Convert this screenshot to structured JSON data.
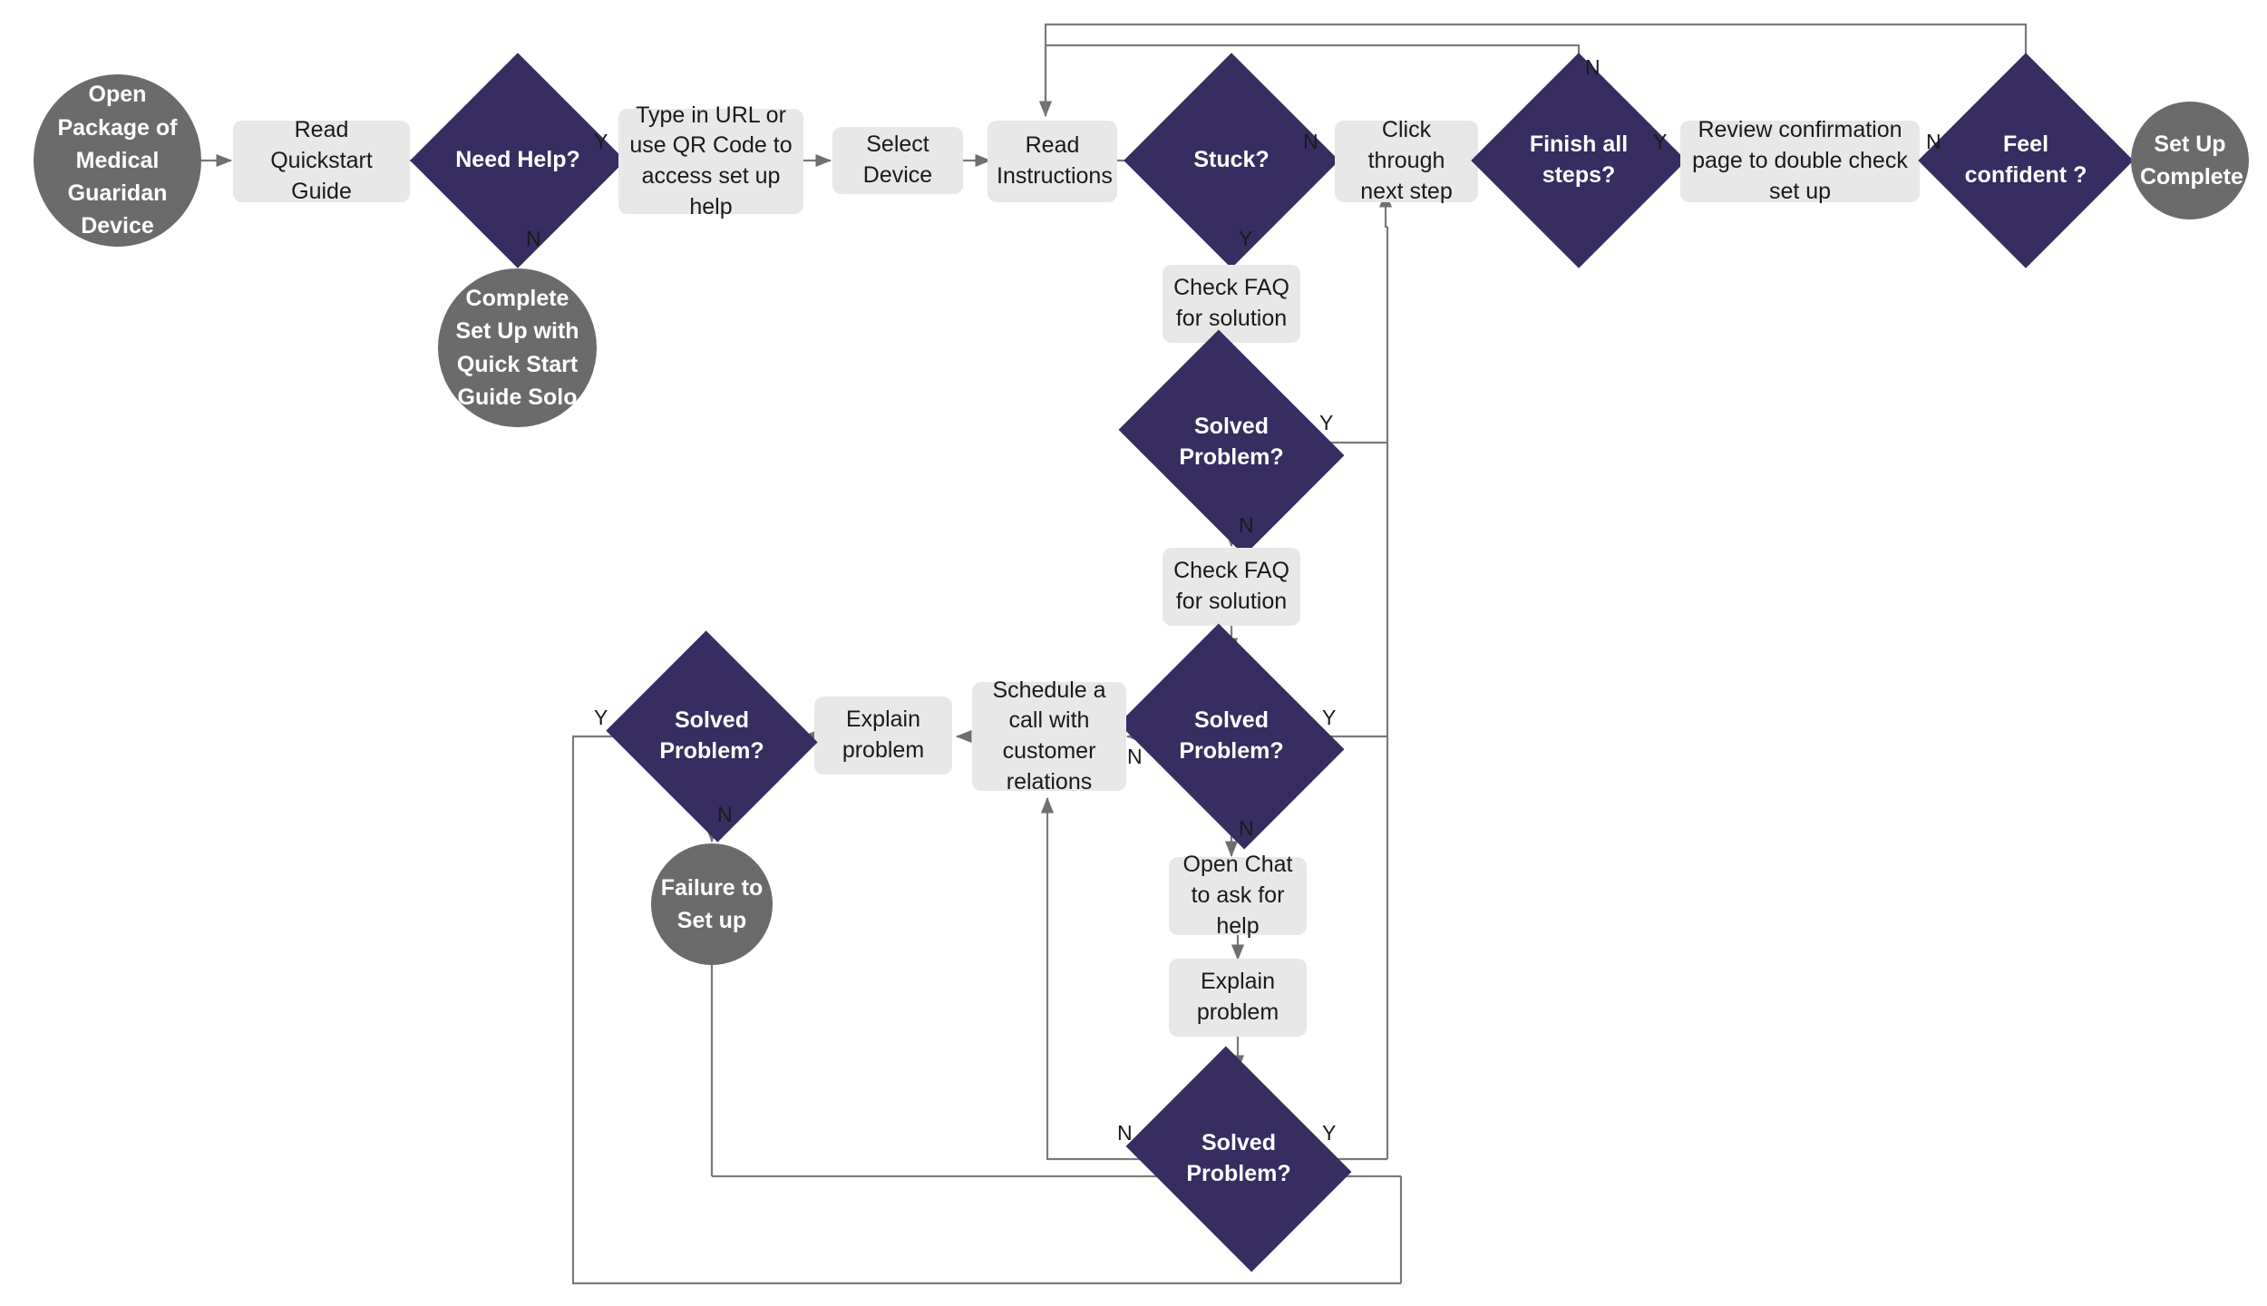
{
  "diagram": {
    "title": "Medical Guardian Device Set Up Flowchart",
    "colors": {
      "process_fill": "#e8e8e8",
      "decision_fill": "#372d60",
      "terminator_fill": "#6b6b6b",
      "connector": "#7a7a7a",
      "text_dark": "#1a1a1a",
      "text_light": "#ffffff",
      "background": "#ffffff"
    },
    "nodes": [
      {
        "id": "open_package",
        "shape": "terminator",
        "label": "Open Package of Medical Guaridan Device"
      },
      {
        "id": "read_quickstart",
        "shape": "process",
        "label": "Read Quickstart Guide"
      },
      {
        "id": "need_help",
        "shape": "decision",
        "label": "Need Help?"
      },
      {
        "id": "complete_solo",
        "shape": "terminator",
        "label": "Complete Set Up with Quick Start Guide Solo"
      },
      {
        "id": "type_url",
        "shape": "process",
        "label": "Type in URL or use QR Code to access set up help"
      },
      {
        "id": "select_device",
        "shape": "process",
        "label": "Select Device"
      },
      {
        "id": "read_instr",
        "shape": "process",
        "label": "Read Instructions"
      },
      {
        "id": "stuck",
        "shape": "decision",
        "label": "Stuck?"
      },
      {
        "id": "click_next",
        "shape": "process",
        "label": "Click through next step"
      },
      {
        "id": "finish_all",
        "shape": "decision",
        "label": "Finish all steps?"
      },
      {
        "id": "review_conf",
        "shape": "process",
        "label": "Review confirmation page to double check set up"
      },
      {
        "id": "feel_confident",
        "shape": "decision",
        "label": "Feel confident ?"
      },
      {
        "id": "setup_complete",
        "shape": "terminator",
        "label": "Set Up Complete"
      },
      {
        "id": "check_faq_1",
        "shape": "process",
        "label": "Check FAQ for solution"
      },
      {
        "id": "solved_1",
        "shape": "decision",
        "label": "Solved Problem?"
      },
      {
        "id": "check_faq_2",
        "shape": "process",
        "label": "Check FAQ for solution"
      },
      {
        "id": "solved_2",
        "shape": "decision",
        "label": "Solved Problem?"
      },
      {
        "id": "schedule_call",
        "shape": "process",
        "label": "Schedule a call with customer relations"
      },
      {
        "id": "explain_1",
        "shape": "process",
        "label": "Explain problem"
      },
      {
        "id": "solved_3",
        "shape": "decision",
        "label": "Solved Problem?"
      },
      {
        "id": "failure",
        "shape": "terminator",
        "label": "Failure to Set up"
      },
      {
        "id": "open_chat",
        "shape": "process",
        "label": "Open Chat to ask for help"
      },
      {
        "id": "explain_2",
        "shape": "process",
        "label": "Explain problem"
      },
      {
        "id": "solved_4",
        "shape": "decision",
        "label": "Solved Problem?"
      }
    ],
    "edge_labels": {
      "need_help_yes": "Y",
      "need_help_no": "N",
      "stuck_no": "N",
      "stuck_yes": "Y",
      "finish_all_yes": "Y",
      "finish_all_no": "N",
      "feel_confident_no": "N",
      "solved_1_yes": "Y",
      "solved_1_no": "N",
      "solved_2_yes": "Y",
      "solved_2_no_right": "N",
      "solved_2_no_down": "N",
      "solved_3_yes": "Y",
      "solved_3_no": "N",
      "solved_4_yes": "Y",
      "solved_4_no": "N"
    }
  }
}
